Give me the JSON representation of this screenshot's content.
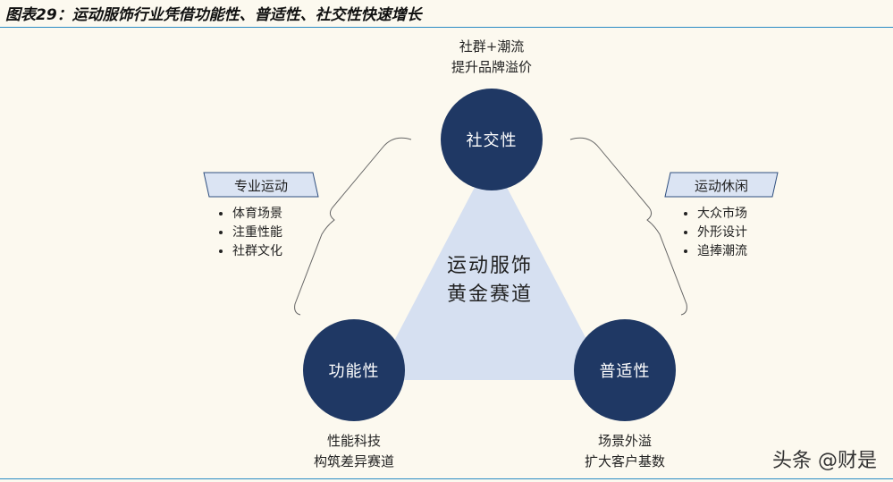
{
  "title": "图表29：运动服饰行业凭借功能性、普适性、社交性快速增长",
  "center": {
    "line1": "运动服饰",
    "line2": "黄金赛道"
  },
  "nodes": {
    "top": {
      "label": "社交性",
      "caption1": "社群+潮流",
      "caption2": "提升品牌溢价"
    },
    "left": {
      "label": "功能性",
      "caption1": "性能科技",
      "caption2": "构筑差异赛道"
    },
    "right": {
      "label": "普适性",
      "caption1": "场景外溢",
      "caption2": "扩大客户基数"
    }
  },
  "groups": {
    "left": {
      "tag": "专业运动",
      "items": [
        "体育场景",
        "注重性能",
        "社群文化"
      ]
    },
    "right": {
      "tag": "运动休闲",
      "items": [
        "大众市场",
        "外形设计",
        "追捧潮流"
      ]
    }
  },
  "watermark": "头条 @财是",
  "colors": {
    "circle": "#1f3864",
    "triangle": "#d6e0f1",
    "tag": "#dbe4f3",
    "rule": "#2a8cc4"
  }
}
